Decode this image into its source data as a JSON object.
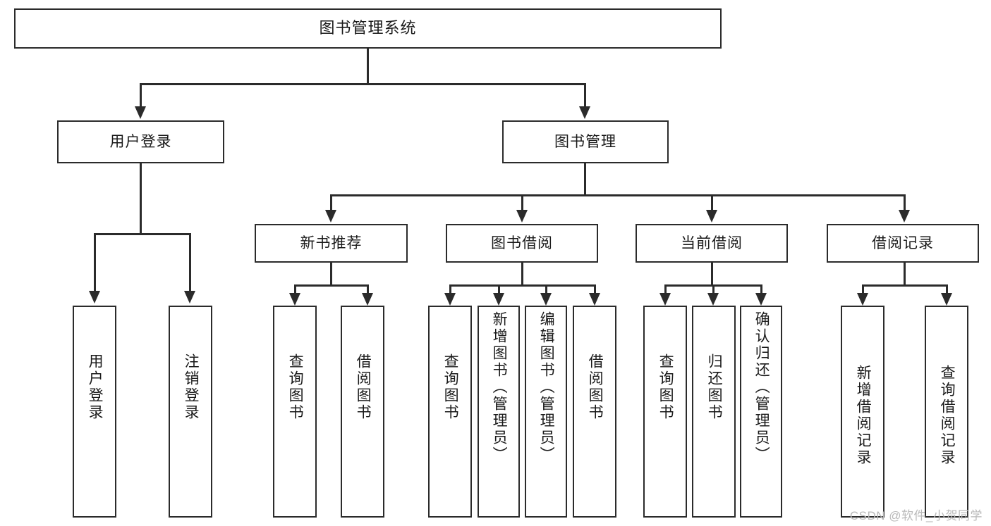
{
  "diagram": {
    "kind": "tree-hierarchy",
    "title": "图书管理系统",
    "watermark": "CSDN @软件_小贺同学",
    "root": {
      "label": "图书管理系统"
    },
    "level2": [
      {
        "label": "用户登录"
      },
      {
        "label": "图书管理"
      }
    ],
    "level3": [
      {
        "label": "新书推荐"
      },
      {
        "label": "图书借阅"
      },
      {
        "label": "当前借阅"
      },
      {
        "label": "借阅记录"
      }
    ],
    "leaves": {
      "user_login": [
        {
          "label": "用户登录"
        },
        {
          "label": "注销登录"
        }
      ],
      "new_book_recommend": [
        {
          "label": "查询图书"
        },
        {
          "label": "借阅图书"
        }
      ],
      "book_borrow": [
        {
          "label": "查询图书"
        },
        {
          "label": "新增图书（管理员）"
        },
        {
          "label": "编辑图书（管理员）"
        },
        {
          "label": "借阅图书"
        }
      ],
      "current_borrow": [
        {
          "label": "查询图书"
        },
        {
          "label": "归还图书"
        },
        {
          "label": "确认归还（管理员）"
        }
      ],
      "borrow_record": [
        {
          "label": "新增借阅记录"
        },
        {
          "label": "查询借阅记录"
        }
      ]
    },
    "colors": {
      "stroke": "#2b2b2b",
      "fill": "#ffffff",
      "text": "#1a1a1a",
      "watermark": "#b9b9b9"
    }
  }
}
